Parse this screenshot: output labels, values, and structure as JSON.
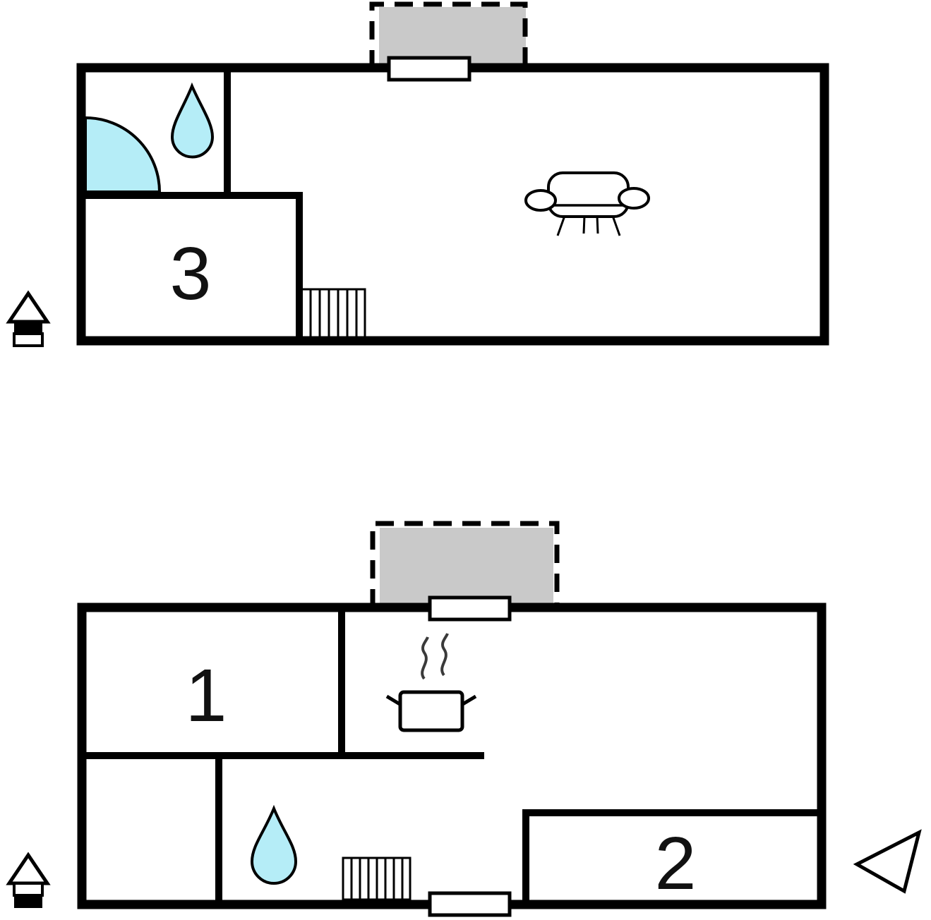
{
  "page": {
    "background": "#ffffff"
  },
  "colors": {
    "wall": "#000000",
    "line": "#000000",
    "terrace_fill": "#c9c9c9",
    "water_fill": "#b5edf7",
    "steam": "#3a3a3a",
    "label_text": "#111111",
    "white": "#ffffff"
  },
  "upper_floor": {
    "room3_label": "3"
  },
  "lower_floor": {
    "room1_label": "1",
    "room2_label": "2"
  },
  "icons": {
    "upper_level_indicator": "house-upper-level-icon",
    "lower_level_indicator": "house-lower-level-icon",
    "north_arrow": "north-arrow-icon",
    "sofa": "sofa-top-view-icon",
    "cooking_pot": "cooking-pot-steam-icon",
    "corner_shower": "corner-shower-icon",
    "water_drop": "water-drop-icon",
    "stairs": "stairs-icon",
    "window": "window-icon",
    "terrace": "terrace-dashed-area"
  }
}
